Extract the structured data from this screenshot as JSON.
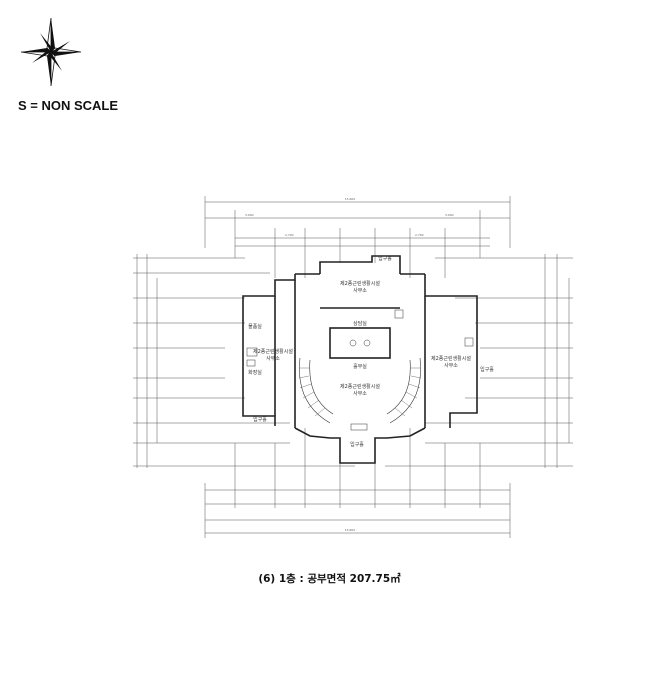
{
  "header": {
    "scale_label": "S = NON SCALE"
  },
  "icons": {
    "compass": "north-arrow-compass-icon"
  },
  "plan": {
    "rooms": {
      "entrance_top": "입구홀",
      "office_top_line1": "제2종근린생활시설",
      "office_top_line2": "사무소",
      "storage_left": "물품실",
      "office_left_line1": "제2종근린생활시설",
      "office_left_line2": "사무소",
      "toilet_left": "화장실",
      "entrance_left": "입구홀",
      "meeting": "상담실",
      "hall": "홀부실",
      "office_center_line1": "제2종근린생활시설",
      "office_center_line2": "사무소",
      "office_right_line1": "제2종근린생활시설",
      "office_right_line2": "사무소",
      "entrance_right": "입구홀",
      "entrance_bottom": "입구홀"
    }
  },
  "caption": {
    "text": "(6) 1층 : 공부면적 207.75㎡"
  },
  "colors": {
    "line": "#444444",
    "wall": "#222222",
    "text": "#111111"
  }
}
